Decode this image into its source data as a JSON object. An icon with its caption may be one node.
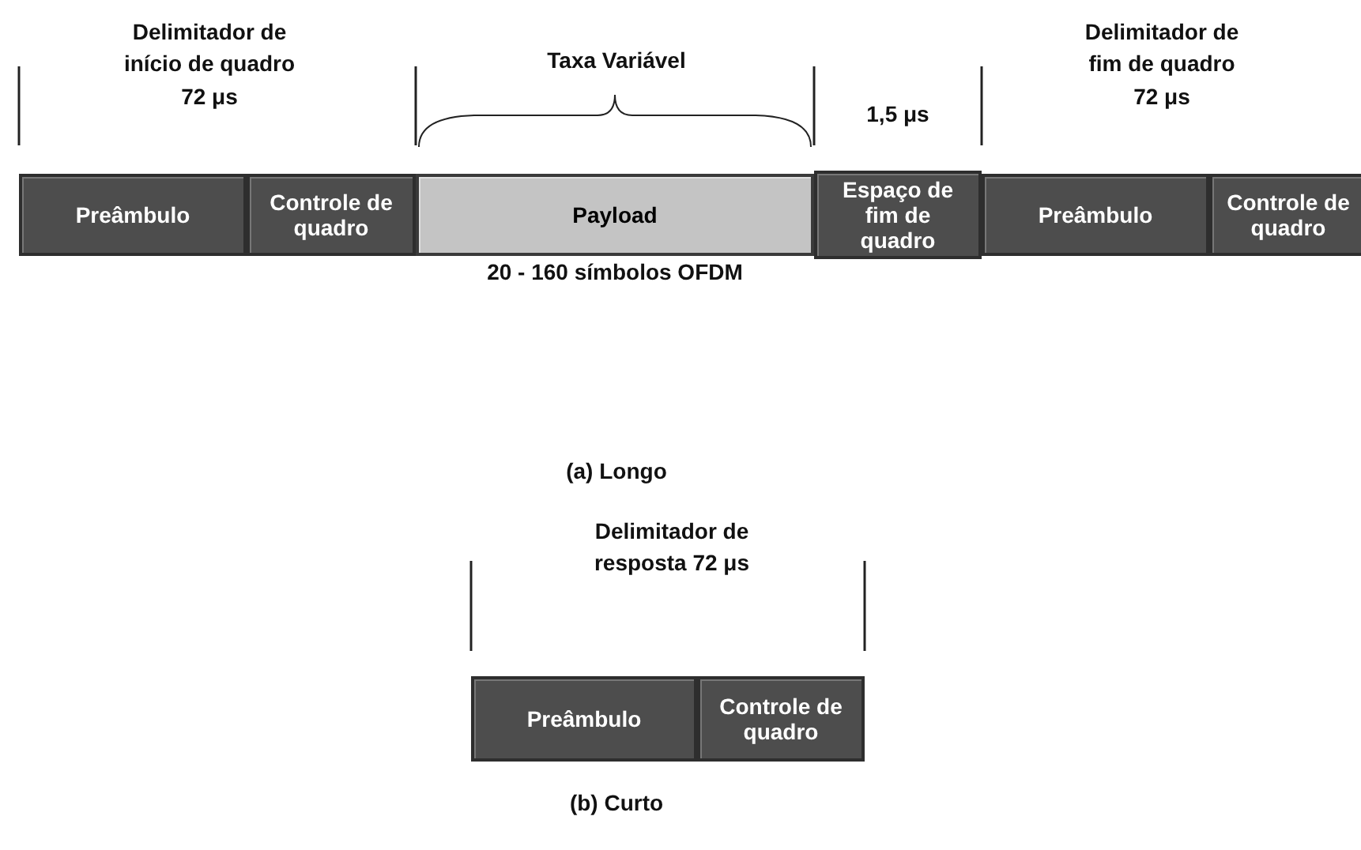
{
  "diagram": {
    "nodes": [
      {
        "text": [
          "Preâmbulo"
        ]
      },
      {
        "text": [
          "Controle de quadro"
        ]
      },
      {
        "text": [
          "Payload"
        ],
        "beside": [
          "20 - 160 símbolos OFDM"
        ]
      },
      {
        "text": [
          "Espaço de fim de quadro"
        ]
      },
      {
        "text": [
          "Preâmbulo"
        ]
      },
      {
        "text": [
          "Controle de quadro"
        ]
      },
      {
        "text": [
          "Preâmbulo"
        ]
      },
      {
        "text": [
          "Controle de quadro"
        ]
      }
    ],
    "labels": [
      "Delimitador de início de quadro 72 μs",
      "Taxa Variável",
      "1,5 μs",
      "Delimitador de fim de quadro 72 μs",
      "(a) Longo",
      "Delimitador de resposta 72 μs",
      "(b) Curto"
    ]
  }
}
